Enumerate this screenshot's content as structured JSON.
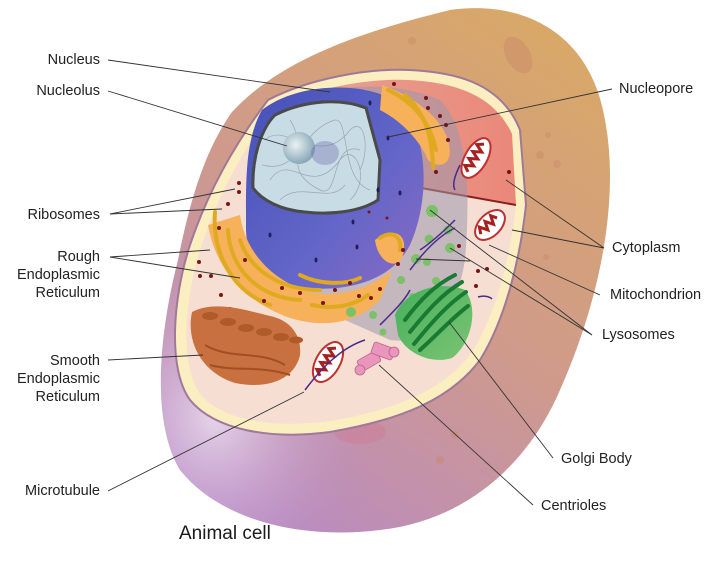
{
  "title": "Animal cell",
  "labels": {
    "nucleus": "Nucleus",
    "nucleolus": "Nucleolus",
    "ribosomes": "Ribosomes",
    "rough_er": [
      "Rough",
      "Endoplasmic",
      "Reticulum"
    ],
    "smooth_er": [
      "Smooth",
      "Endoplasmic",
      "Reticulum"
    ],
    "microtubule": "Microtubule",
    "nucleopore": "Nucleopore",
    "cytoplasm": "Cytoplasm",
    "mitochondrion": "Mitochondrion",
    "lysosomes": "Lysosomes",
    "golgi_body": "Golgi Body",
    "centrioles": "Centrioles"
  },
  "colors": {
    "cell_outer_top": "#d9a66c",
    "cell_outer_bottom": "#b98ac2",
    "nucleus": "#5a5fc0",
    "rough_er": "#f6b15a",
    "smooth_er": "#c8703f",
    "golgi": "#2e9b4a",
    "mitochondrion": "#c0302e",
    "lysosome": "#7dc06a",
    "leader_line": "#333333"
  }
}
